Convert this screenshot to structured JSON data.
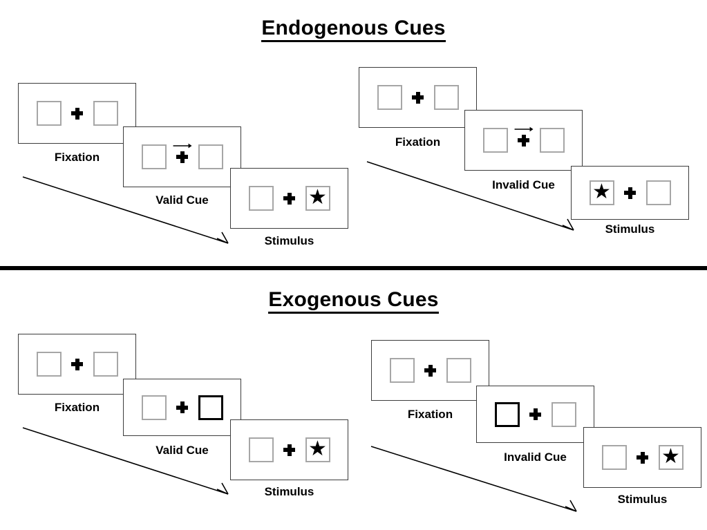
{
  "figure": {
    "background_color": "#ffffff",
    "ink_color": "#000000",
    "box_border_color": "#a6a6a6",
    "panel_border_color": "#3b3b3b"
  },
  "sections": [
    {
      "id": "endogenous",
      "title": "Endogenous Cues",
      "cue_type": "central-arrow",
      "sequences": [
        {
          "id": "endogenous-valid",
          "validity": "valid",
          "panels": [
            {
              "name": "fixation",
              "caption": "Fixation",
              "left_box": {
                "cued": false,
                "star": false
              },
              "right_box": {
                "cued": false,
                "star": false
              },
              "arrow": null
            },
            {
              "name": "cue",
              "caption": "Valid Cue",
              "left_box": {
                "cued": false,
                "star": false
              },
              "right_box": {
                "cued": false,
                "star": false
              },
              "arrow": "right"
            },
            {
              "name": "stimulus",
              "caption": "Stimulus",
              "left_box": {
                "cued": false,
                "star": false
              },
              "right_box": {
                "cued": false,
                "star": true
              },
              "arrow": null
            }
          ]
        },
        {
          "id": "endogenous-invalid",
          "validity": "invalid",
          "panels": [
            {
              "name": "fixation",
              "caption": "Fixation",
              "left_box": {
                "cued": false,
                "star": false
              },
              "right_box": {
                "cued": false,
                "star": false
              },
              "arrow": null
            },
            {
              "name": "cue",
              "caption": "Invalid Cue",
              "left_box": {
                "cued": false,
                "star": false
              },
              "right_box": {
                "cued": false,
                "star": false
              },
              "arrow": "right"
            },
            {
              "name": "stimulus",
              "caption": "Stimulus",
              "left_box": {
                "cued": false,
                "star": true
              },
              "right_box": {
                "cued": false,
                "star": false
              },
              "arrow": null
            }
          ]
        }
      ]
    },
    {
      "id": "exogenous",
      "title": "Exogenous Cues",
      "cue_type": "peripheral-box",
      "sequences": [
        {
          "id": "exogenous-valid",
          "validity": "valid",
          "panels": [
            {
              "name": "fixation",
              "caption": "Fixation",
              "left_box": {
                "cued": false,
                "star": false
              },
              "right_box": {
                "cued": false,
                "star": false
              },
              "arrow": null
            },
            {
              "name": "cue",
              "caption": "Valid Cue",
              "left_box": {
                "cued": false,
                "star": false
              },
              "right_box": {
                "cued": true,
                "star": false
              },
              "arrow": null
            },
            {
              "name": "stimulus",
              "caption": "Stimulus",
              "left_box": {
                "cued": false,
                "star": false
              },
              "right_box": {
                "cued": false,
                "star": true
              },
              "arrow": null
            }
          ]
        },
        {
          "id": "exogenous-invalid",
          "validity": "invalid",
          "panels": [
            {
              "name": "fixation",
              "caption": "Fixation",
              "left_box": {
                "cued": false,
                "star": false
              },
              "right_box": {
                "cued": false,
                "star": false
              },
              "arrow": null
            },
            {
              "name": "cue",
              "caption": "Invalid Cue",
              "left_box": {
                "cued": true,
                "star": false
              },
              "right_box": {
                "cued": false,
                "star": false
              },
              "arrow": null
            },
            {
              "name": "stimulus",
              "caption": "Stimulus",
              "left_box": {
                "cued": false,
                "star": false
              },
              "right_box": {
                "cued": false,
                "star": true
              },
              "arrow": null
            }
          ]
        }
      ]
    }
  ],
  "glyphs": {
    "star": "★",
    "fixation": "plus-cross",
    "cue_arrow": "arrow-right-icon",
    "time_arrow": "time-flow-arrow"
  },
  "time_arrows": [
    {
      "id": "time-arrow-endogenous-valid",
      "direction": "down-right"
    },
    {
      "id": "time-arrow-endogenous-invalid",
      "direction": "down-right"
    },
    {
      "id": "time-arrow-exogenous-valid",
      "direction": "down-right"
    },
    {
      "id": "time-arrow-exogenous-invalid",
      "direction": "down-right"
    }
  ]
}
